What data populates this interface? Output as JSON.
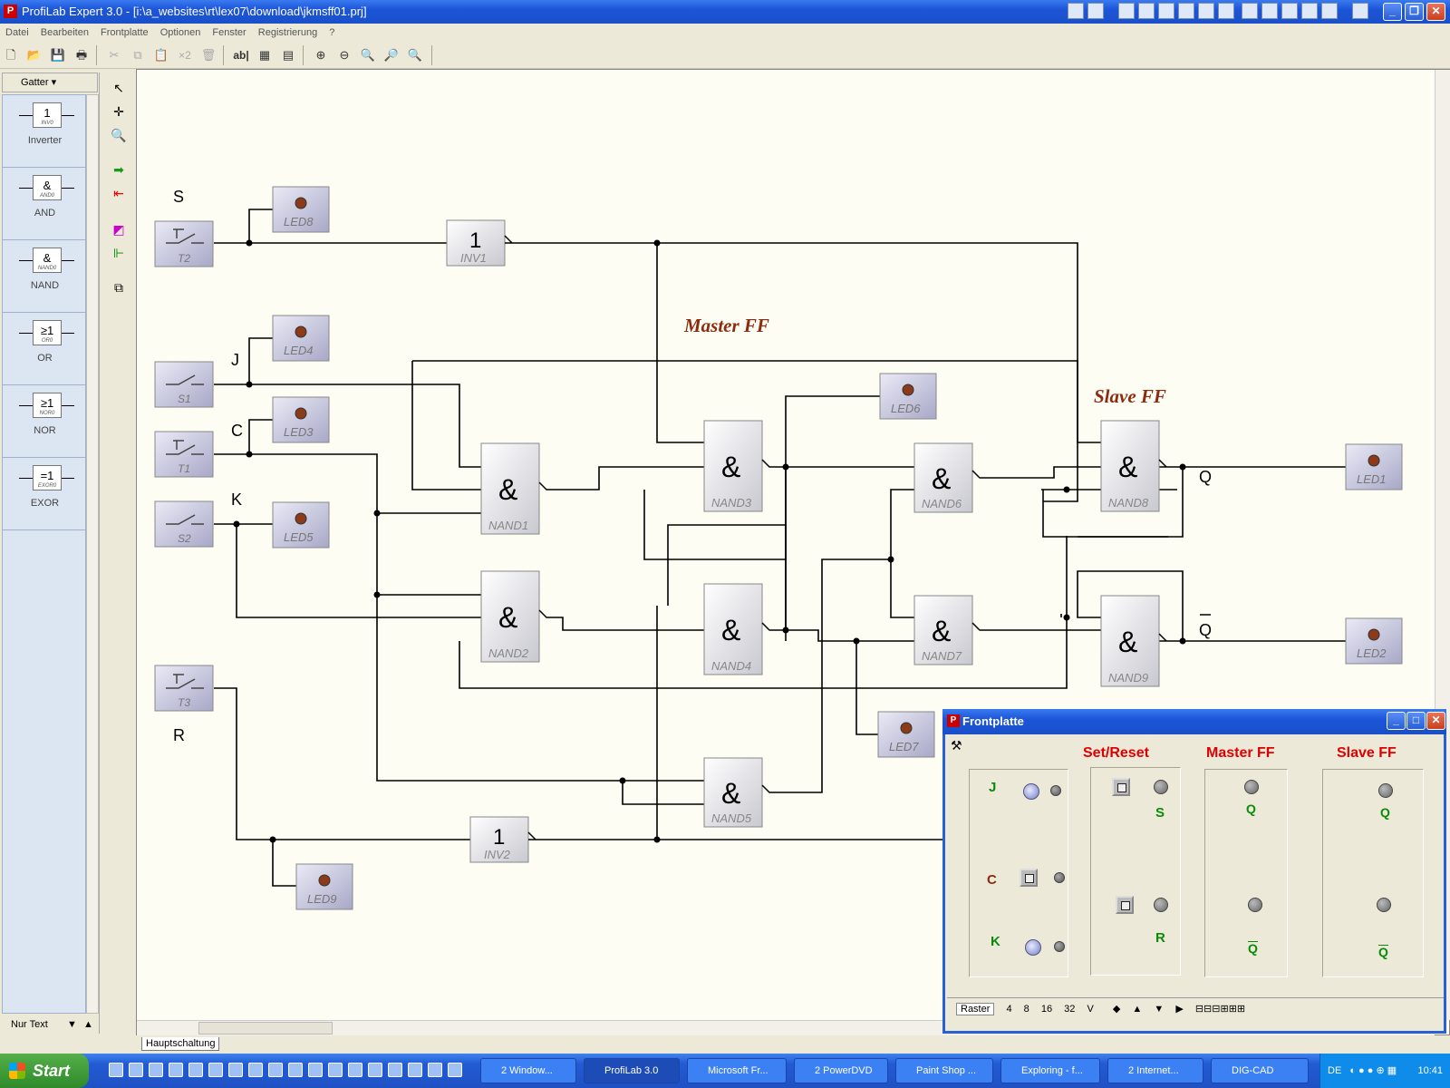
{
  "window": {
    "title": "ProfiLab Expert 3.0 - [i:\\a_websites\\rt\\lex07\\download\\jkmsff01.prj]",
    "app_icon": "P"
  },
  "menu": [
    "Datei",
    "Bearbeiten",
    "Frontplatte",
    "Optionen",
    "Fenster",
    "Registrierung",
    "?"
  ],
  "toolbar": {
    "copy_count": "×2",
    "text_tool": "ab|"
  },
  "palette": {
    "category": "Gatter",
    "items": [
      {
        "symbol": "1",
        "tag": "INV0",
        "label": "Inverter"
      },
      {
        "symbol": "&",
        "tag": "AND0",
        "label": "AND"
      },
      {
        "symbol": "&",
        "tag": "NAND0",
        "label": "NAND"
      },
      {
        "symbol": "≥1",
        "tag": "OR0",
        "label": "OR"
      },
      {
        "symbol": "≥1",
        "tag": "NOR0",
        "label": "NOR"
      },
      {
        "symbol": "=1",
        "tag": "EXOR0",
        "label": "EXOR"
      }
    ],
    "footer": "Nur Text"
  },
  "schematic": {
    "signal_labels": [
      "S",
      "J",
      "C",
      "K",
      "R",
      "Q",
      "Q"
    ],
    "section_labels": [
      "Master FF",
      "Slave FF"
    ],
    "switches": [
      "T2",
      "S1",
      "T1",
      "S2",
      "T3"
    ],
    "leds": [
      "LED8",
      "LED4",
      "LED3",
      "LED5",
      "LED9",
      "LED6",
      "LED7",
      "LED1",
      "LED2"
    ],
    "inverters": [
      {
        "symbol": "1",
        "name": "INV1"
      },
      {
        "symbol": "1",
        "name": "INV2"
      }
    ],
    "nand_symbol": "&",
    "nands": [
      "NAND1",
      "NAND2",
      "NAND3",
      "NAND4",
      "NAND5",
      "NAND6",
      "NAND7",
      "NAND8",
      "NAND9"
    ]
  },
  "tabs": {
    "active": "Hauptschaltung"
  },
  "frontpanel": {
    "title": "Frontplatte",
    "headers": [
      "Set/Reset",
      "Master FF",
      "Slave FF"
    ],
    "inputs": [
      "J",
      "C",
      "K"
    ],
    "setreset_labels": [
      "S",
      "R"
    ],
    "q_label": "Q",
    "qbar_label": "Q",
    "status": [
      "Raster",
      "4",
      "8",
      "16",
      "32",
      "V"
    ]
  },
  "taskbar": {
    "start": "Start",
    "tasks": [
      "2 Window...",
      "ProfiLab 3.0",
      "Microsoft Fr...",
      "2 PowerDVD",
      "Paint Shop ...",
      "Exploring - f...",
      "2 Internet...",
      "DIG-CAD"
    ],
    "lang": "DE",
    "time": "10:41"
  },
  "colors": {
    "xp_blue": "#2a5fd6",
    "canvas_bg": "#fdfdf3",
    "section_label": "#8b2c10",
    "panel_header": "#e00000",
    "input_label_green": "#0a8a0a",
    "input_label_c": "#8b2c10",
    "led_fill": "#8b3a1a"
  }
}
